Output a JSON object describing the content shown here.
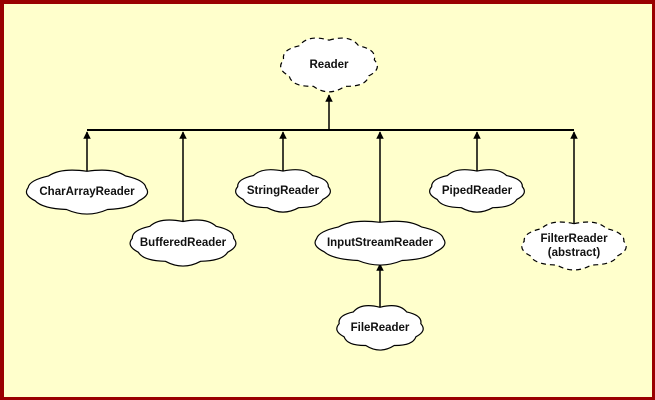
{
  "diagram": {
    "colors": {
      "frame": "#990000",
      "background": "#FFFFCC",
      "node_fill": "#FFFFFF",
      "line": "#000000"
    },
    "root": {
      "id": "reader",
      "lines": [
        "Reader"
      ],
      "abstract": true
    },
    "children": [
      {
        "id": "chararrayreader",
        "lines": [
          "CharArrayReader"
        ],
        "abstract": false
      },
      {
        "id": "bufferedreader",
        "lines": [
          "BufferedReader"
        ],
        "abstract": false
      },
      {
        "id": "stringreader",
        "lines": [
          "StringReader"
        ],
        "abstract": false
      },
      {
        "id": "inputstreamreader",
        "lines": [
          "InputStreamReader"
        ],
        "abstract": false
      },
      {
        "id": "pipedreader",
        "lines": [
          "PipedReader"
        ],
        "abstract": false
      },
      {
        "id": "filterreader",
        "lines": [
          "FilterReader",
          "(abstract)"
        ],
        "abstract": true
      }
    ],
    "grandchildren": [
      {
        "id": "filereader",
        "parent": "inputstreamreader",
        "lines": [
          "FileReader"
        ],
        "abstract": false
      }
    ]
  }
}
